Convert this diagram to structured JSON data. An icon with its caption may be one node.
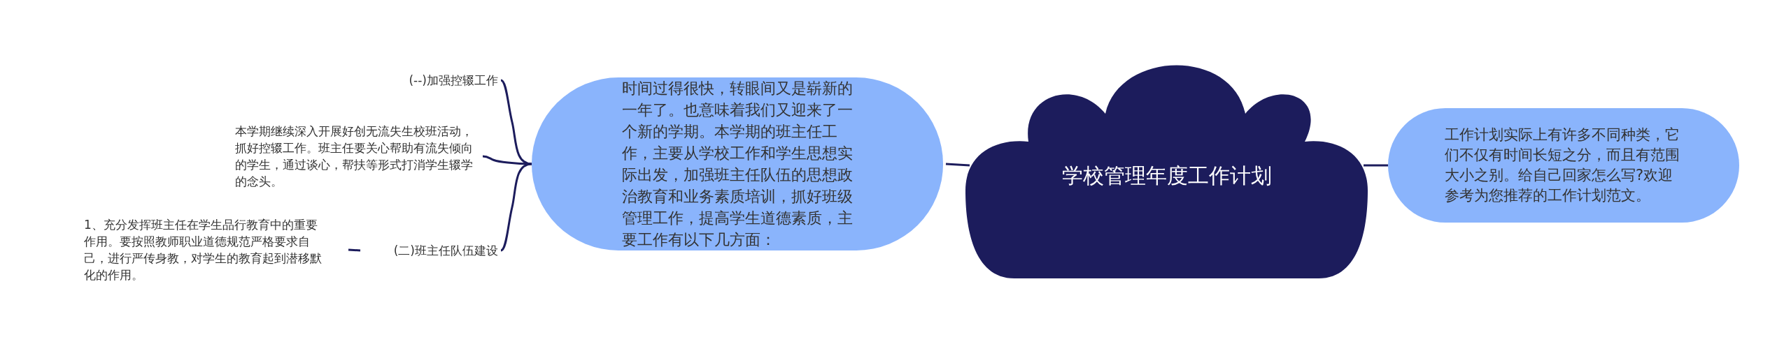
{
  "diagram": {
    "nodes": [
      {
        "text": [
          "学校管理年度工作计划"
        ]
      },
      {
        "text": [
          "时间过得很快，转眼间又是崭新的一年了。也意味着我们又迎来了一个新的学期。本学期的班主任工作，主要从学校工作和学生思想实际出发，加强班主任队伍的思想政治教育和业务素质培训，抓好班级管理工作，提高学生道德素质，主要工作有以下几方面："
        ]
      },
      {
        "text": [
          "工作计划实际上有许多不同种类，它们不仅有时间长短之分，而且有范围大小之别。给自己回家怎么写?欢迎参考为您推荐的工作计划范文。"
        ]
      },
      {
        "text": [
          "(--)加强控辍工作"
        ]
      },
      {
        "text": [
          "本学期继续深入开展好创无流失生校班活动，抓好控辍工作。班主任要关心帮助有流失倾向的学生，通过谈心，帮扶等形式打消学生辍学的念头。"
        ]
      },
      {
        "text": [
          "(二)班主任队伍建设"
        ]
      },
      {
        "text": [
          "1、充分发挥班主任在学生品行教育中的重要作用。要按照教师职业道德规范严格要求自己，进行严传身教，对学生的教育起到潜移默化的作用。"
        ]
      }
    ],
    "edges": [
      {
        "from": 0,
        "to": 1,
        "arrow": "none"
      },
      {
        "from": 0,
        "to": 2,
        "arrow": "none"
      },
      {
        "from": 1,
        "to": 3,
        "arrow": "none"
      },
      {
        "from": 1,
        "to": 4,
        "arrow": "none"
      },
      {
        "from": 1,
        "to": 5,
        "arrow": "none"
      },
      {
        "from": 5,
        "to": 6,
        "arrow": "none"
      }
    ]
  }
}
